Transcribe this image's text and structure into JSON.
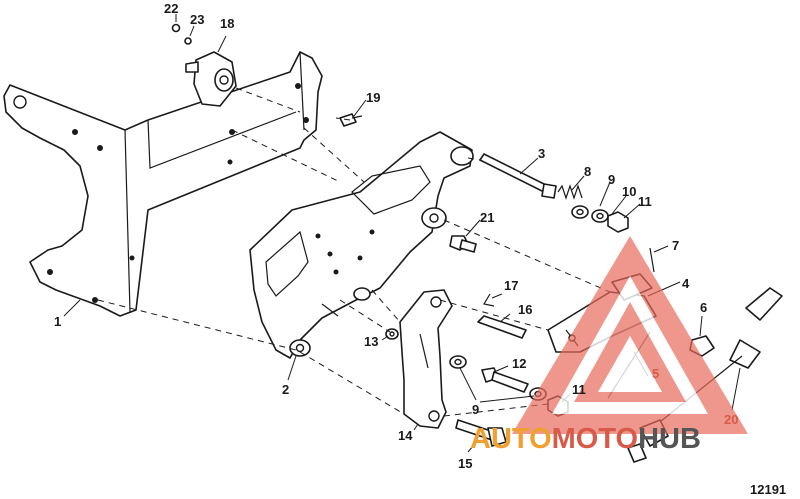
{
  "callouts": {
    "n1": "1",
    "n2": "2",
    "n3": "3",
    "n4": "4",
    "n5": "5",
    "n6": "6",
    "n7": "7",
    "n8": "8",
    "n9a": "9",
    "n9b": "9",
    "n10": "10",
    "n11a": "11",
    "n11b": "11",
    "n12": "12",
    "n13": "13",
    "n14": "14",
    "n15": "15",
    "n16": "16",
    "n17": "17",
    "n18": "18",
    "n19": "19",
    "n20": "20",
    "n21": "21",
    "n22": "22",
    "n23": "23"
  },
  "figure_number": "12191",
  "watermark": {
    "part1": "AUTO",
    "part2": "MOTO",
    "part3": "HUB",
    "color_orange": "#f0a030",
    "color_red": "#d85a4a",
    "color_dark": "#555555"
  }
}
